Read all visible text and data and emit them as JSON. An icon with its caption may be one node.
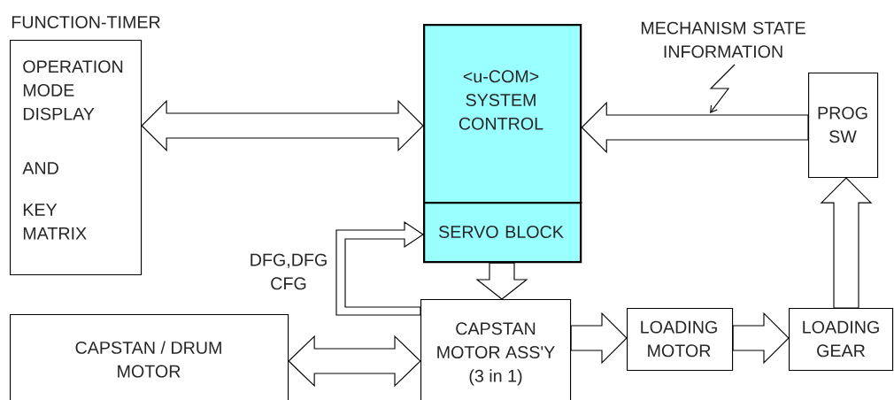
{
  "diagram": {
    "nodes": [
      {
        "text": [
          "FUNCTION-TIMER",
          "OPERATION MODE DISPLAY",
          "AND",
          "KEY MATRIX"
        ]
      },
      {
        "text": [
          "<u-COM> SYSTEM CONTROL"
        ]
      },
      {
        "text": [
          "SERVO BLOCK"
        ]
      },
      {
        "text": [
          "PROG SW"
        ]
      },
      {
        "text": [
          "CAPSTAN / DRUM MOTOR"
        ]
      },
      {
        "text": [
          "CAPSTAN MOTOR ASS'Y (3 in 1)"
        ]
      },
      {
        "text": [
          "LOADING MOTOR"
        ]
      },
      {
        "text": [
          "LOADING GEAR"
        ]
      }
    ],
    "edges": [
      {
        "from": 0,
        "to": 1,
        "arrow": "both"
      },
      {
        "from": 3,
        "to": 1,
        "arrow": "to"
      },
      {
        "from": 2,
        "to": 5,
        "arrow": "to"
      },
      {
        "from": 5,
        "to": 2,
        "arrow": "to",
        "label": "DFG,DFG CFG"
      },
      {
        "from": 4,
        "to": 5,
        "arrow": "both"
      },
      {
        "from": 5,
        "to": 6,
        "arrow": "to"
      },
      {
        "from": 6,
        "to": 7,
        "arrow": "to"
      },
      {
        "from": 7,
        "to": 3,
        "arrow": "to"
      }
    ],
    "labels": [
      "MECHANISM STATE INFORMATION"
    ]
  }
}
